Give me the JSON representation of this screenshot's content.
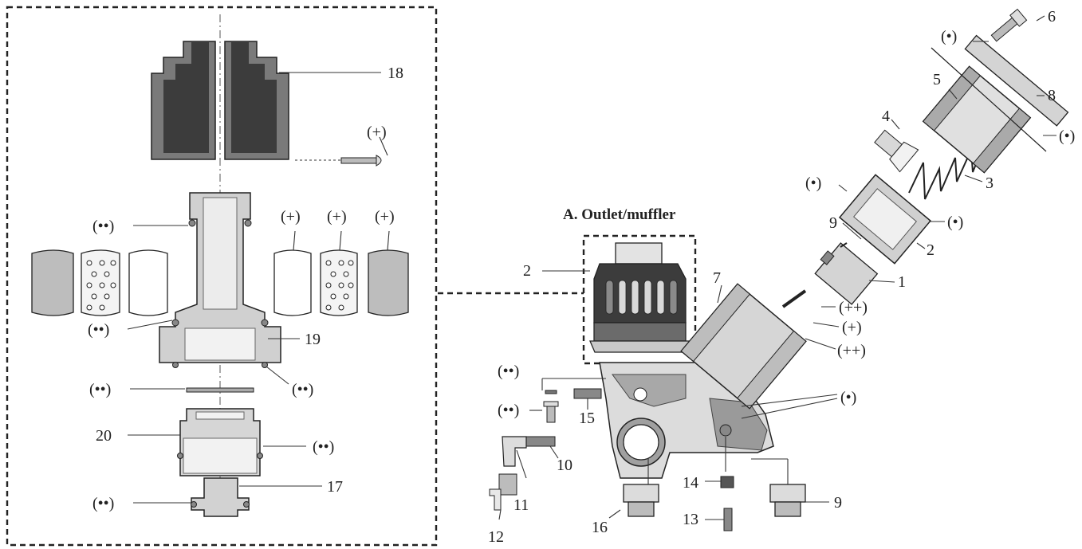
{
  "title": "A. Outlet/muffler",
  "symbols": {
    "dot": "(•)",
    "double_dot": "(••)",
    "plus": "(+)",
    "double_plus": "(++)"
  },
  "labels": {
    "p1": "1",
    "p2": "2",
    "p2b": "2",
    "p3": "3",
    "p4": "4",
    "p5": "5",
    "p6": "6",
    "p7": "7",
    "p8": "8",
    "p9": "9",
    "p9b": "9",
    "p10": "10",
    "p11": "11",
    "p12": "12",
    "p13": "13",
    "p14": "14",
    "p15": "15",
    "p16": "16",
    "p17": "17",
    "p18": "18",
    "p19": "19",
    "p20": "20"
  },
  "colors": {
    "dark": "#3c3c3c",
    "mid": "#7a7a7a",
    "light": "#c8c8c8",
    "pale": "#e6e6e6",
    "outline": "#222222"
  }
}
